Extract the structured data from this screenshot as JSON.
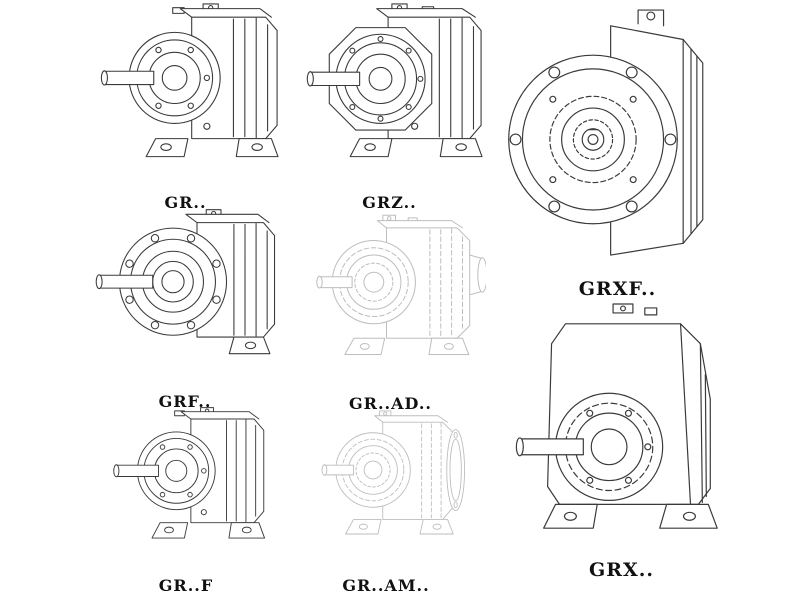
{
  "page": {
    "background": "#ffffff"
  },
  "drawing_colors": {
    "line": "#3a3a3a",
    "faded_line": "#bdbdbd",
    "label_text": "#111111"
  },
  "figures": [
    {
      "id": "gr",
      "label": "GR.."
    },
    {
      "id": "grz",
      "label": "GRZ.."
    },
    {
      "id": "grxf",
      "label": "GRXF.."
    },
    {
      "id": "grf",
      "label": "GRF.."
    },
    {
      "id": "gr-ad",
      "label": "GR..AD.."
    },
    {
      "id": "gr-f",
      "label": "GR..F"
    },
    {
      "id": "gr-am",
      "label": "GR..AM.."
    },
    {
      "id": "grx",
      "label": "GRX.."
    }
  ]
}
